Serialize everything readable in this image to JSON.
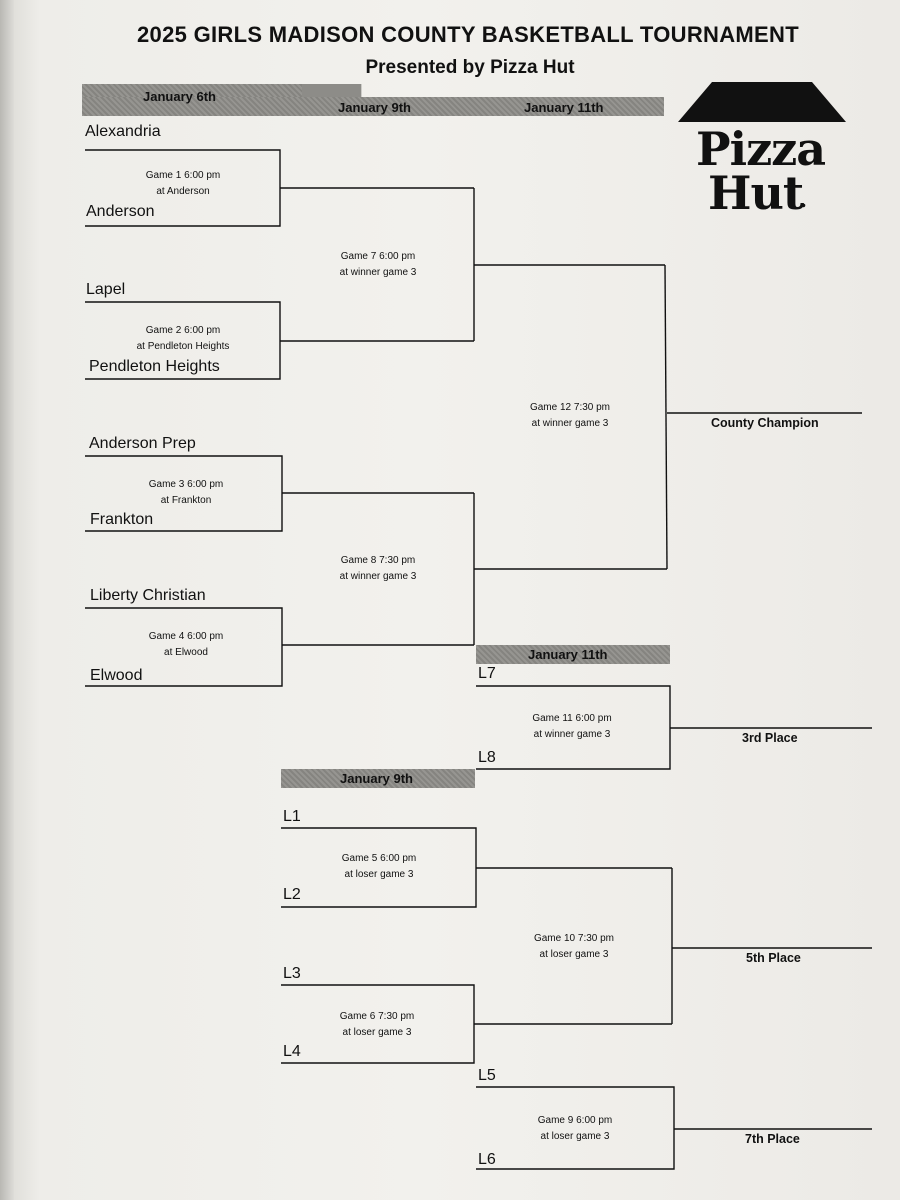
{
  "header": {
    "title": "2025 GIRLS MADISON COUNTY BASKETBALL TOURNAMENT",
    "subtitle": "Presented by Pizza Hut"
  },
  "dates": {
    "round1": "January 6th",
    "round2": "January 9th",
    "round3": "January 11th",
    "consolation_11": "January 11th",
    "consolation_9": "January 9th"
  },
  "logo": {
    "line1": "Pizza",
    "line2": "Hut",
    "mark": "."
  },
  "teams": {
    "t1": "Alexandria",
    "t2": "Anderson",
    "t3": "Lapel",
    "t4": "Pendleton Heights",
    "t5": "Anderson Prep",
    "t6": "Frankton",
    "t7": "Liberty Christian",
    "t8": "Elwood"
  },
  "games": {
    "g1": {
      "time": "Game 1 6:00 pm",
      "site": "at Anderson"
    },
    "g2": {
      "time": "Game 2 6:00 pm",
      "site": "at Pendleton Heights"
    },
    "g3": {
      "time": "Game 3  6:00 pm",
      "site": "at Frankton"
    },
    "g4": {
      "time": "Game 4 6:00 pm",
      "site": "at Elwood"
    },
    "g7": {
      "time": "Game 7  6:00 pm",
      "site": "at winner game 3"
    },
    "g8": {
      "time": "Game 8 7:30 pm",
      "site": "at winner game 3"
    },
    "g12": {
      "time": "Game 12  7:30 pm",
      "site": "at winner game 3"
    },
    "g11": {
      "time": "Game 11  6:00 pm",
      "site": "at winner game 3"
    },
    "g5": {
      "time": "Game 5 6:00 pm",
      "site": "at loser game 3"
    },
    "g6": {
      "time": "Game 6  7:30 pm",
      "site": "at loser game 3"
    },
    "g10": {
      "time": "Game 10   7:30 pm",
      "site": "at loser game 3"
    },
    "g9": {
      "time": "Game 9 6:00 pm",
      "site": "at loser game 3"
    }
  },
  "slots": {
    "l7": "L7",
    "l8": "L8",
    "l1": "L1",
    "l2": "L2",
    "l3": "L3",
    "l4": "L4",
    "l5": "L5",
    "l6": "L6"
  },
  "places": {
    "champion": "County Champion",
    "third": "3rd Place",
    "fifth": "5th Place",
    "seventh": "7th Place"
  }
}
